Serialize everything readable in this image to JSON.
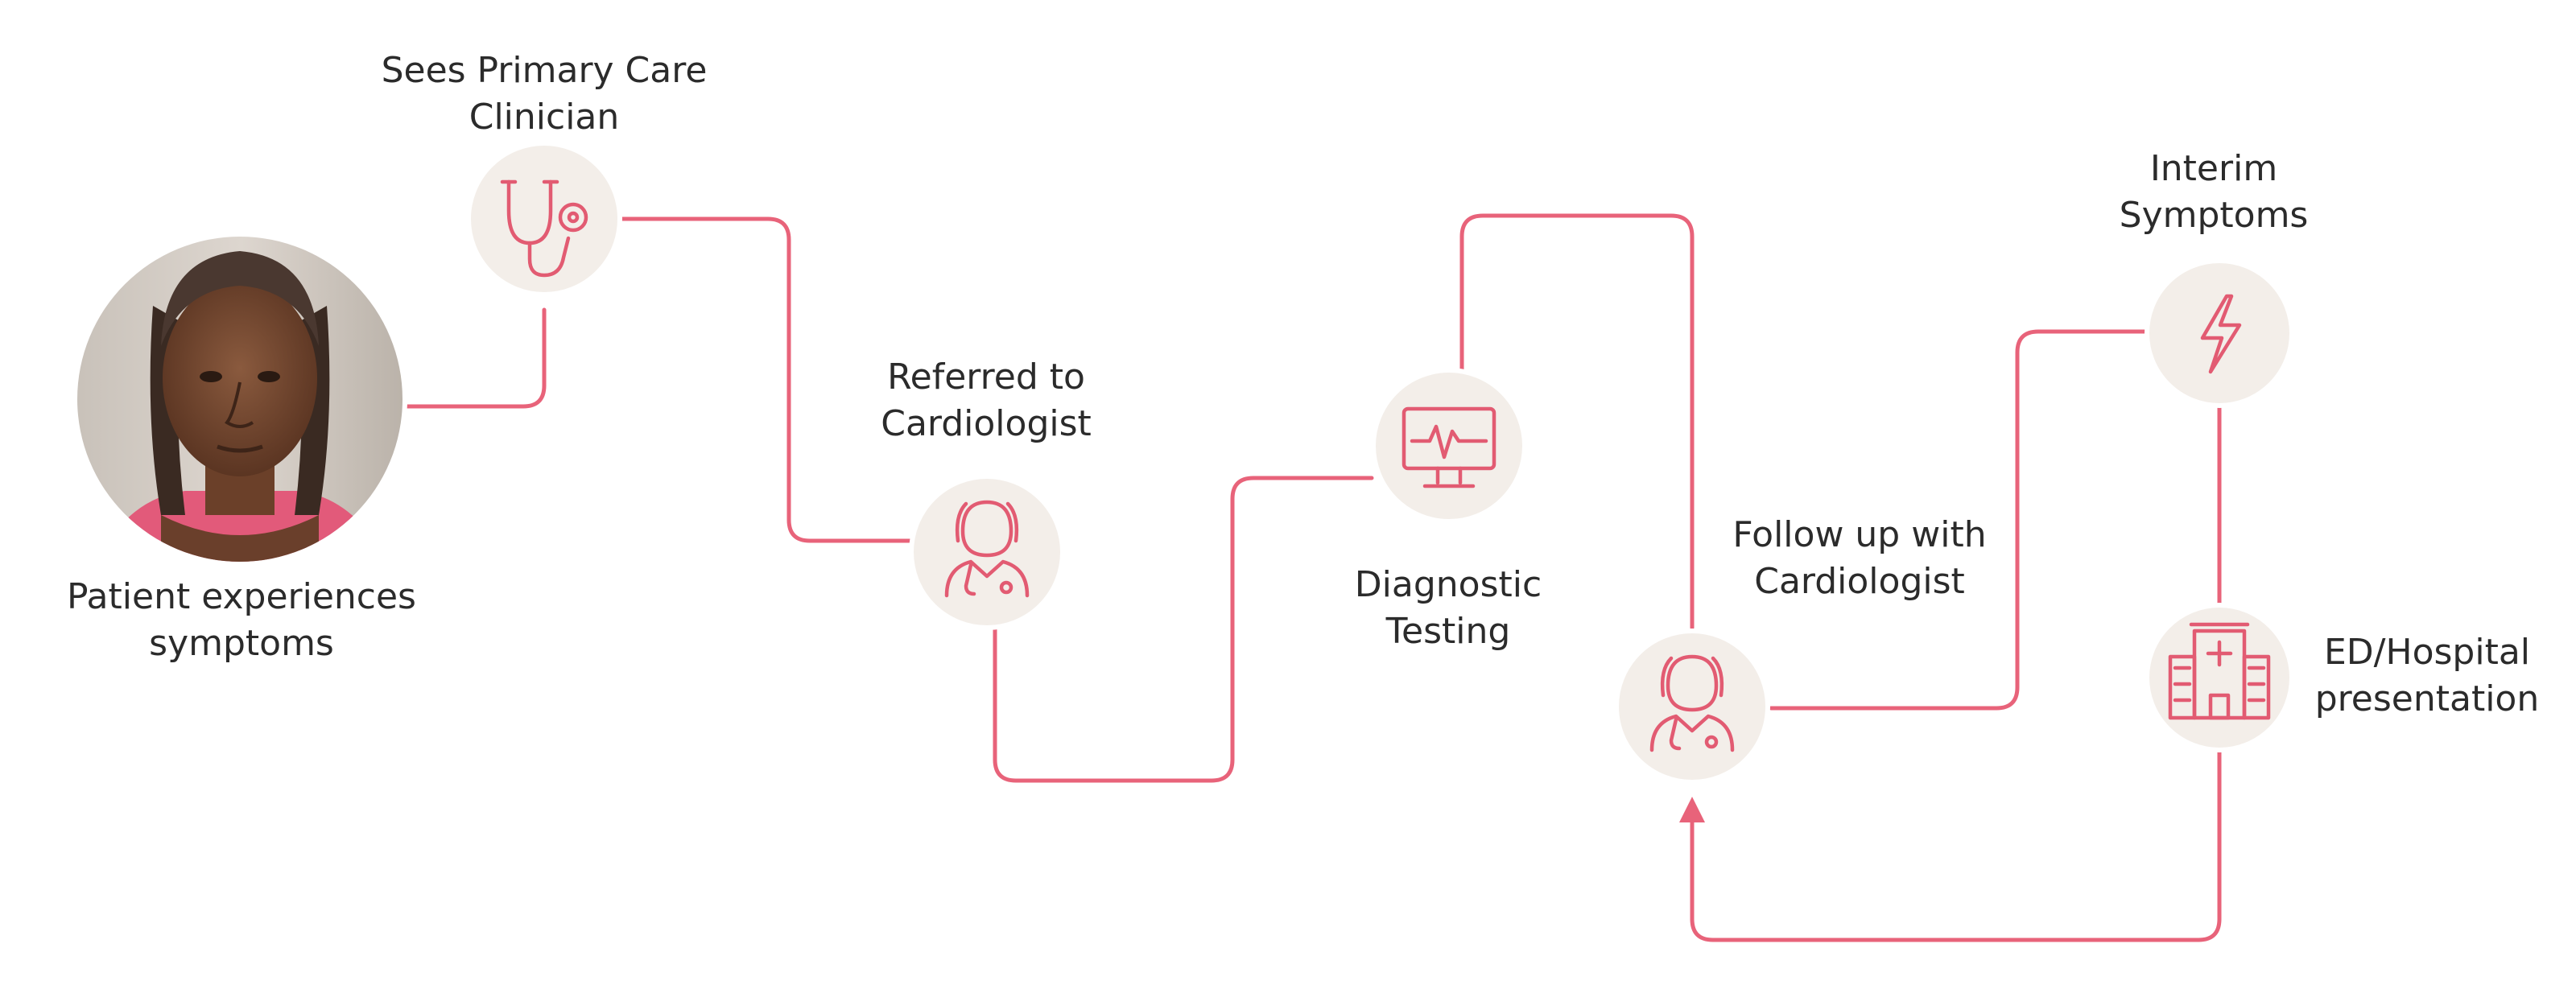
{
  "diagram": {
    "accent_color": "#e8637a",
    "node_fill": "#f3eee9",
    "steps": [
      {
        "id": "patient",
        "icon": "patient-photo",
        "lines": [
          "Patient experiences",
          "symptoms"
        ]
      },
      {
        "id": "primary-care",
        "icon": "stethoscope-icon",
        "lines": [
          "Sees Primary Care",
          "Clinician"
        ]
      },
      {
        "id": "referred",
        "icon": "doctor-icon",
        "lines": [
          "Referred to",
          "Cardiologist"
        ]
      },
      {
        "id": "diagnostic",
        "icon": "ecg-monitor-icon",
        "lines": [
          "Diagnostic",
          "Testing"
        ]
      },
      {
        "id": "follow-up",
        "icon": "doctor-icon",
        "lines": [
          "Follow up with",
          "Cardiologist"
        ]
      },
      {
        "id": "interim",
        "icon": "lightning-icon",
        "lines": [
          "Interim",
          "Symptoms"
        ]
      },
      {
        "id": "hospital",
        "icon": "hospital-icon",
        "lines": [
          "ED/Hospital",
          "presentation"
        ]
      }
    ]
  }
}
